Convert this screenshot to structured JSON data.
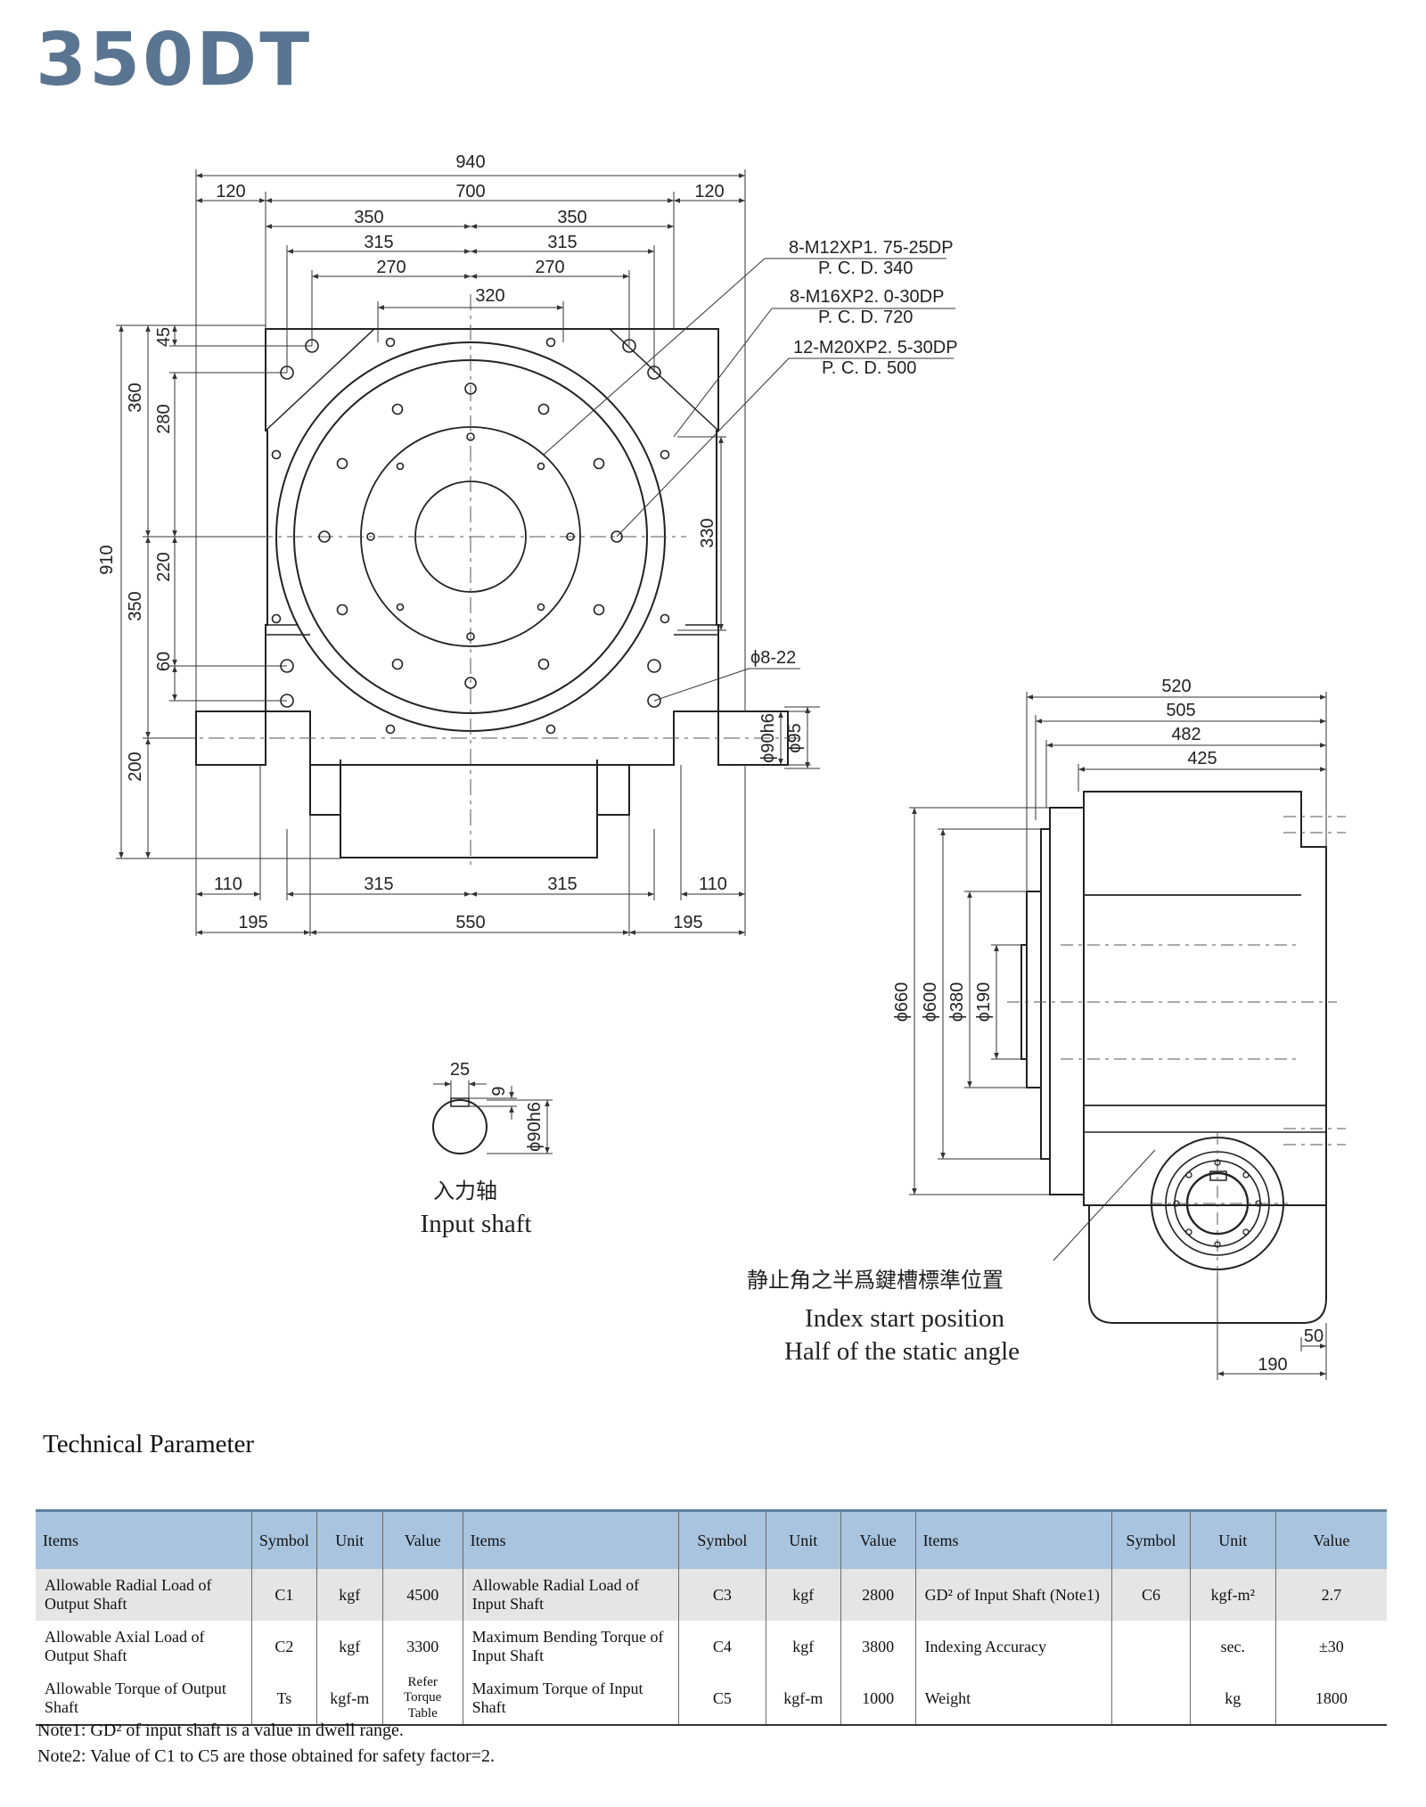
{
  "title": "350DT",
  "front_view": {
    "dims_top": [
      "940",
      "120",
      "700",
      "120",
      "350",
      "350",
      "315",
      "315",
      "270",
      "270",
      "320"
    ],
    "dims_left": [
      "910",
      "360",
      "350",
      "200",
      "45",
      "280",
      "220",
      "60"
    ],
    "dims_right": [
      "330",
      "ϕ90h6",
      "ϕ95"
    ],
    "dims_bottom": [
      "110",
      "315",
      "315",
      "110",
      "195",
      "550",
      "195"
    ],
    "callouts": [
      {
        "line1": "8-M12XP1. 75-25DP",
        "line2": "P. C. D. 340"
      },
      {
        "line1": "8-M16XP2. 0-30DP",
        "line2": "P. C. D. 720"
      },
      {
        "line1": "12-M20XP2. 5-30DP",
        "line2": "P. C. D. 500"
      }
    ],
    "hole_note": "ϕ8-22"
  },
  "side_view": {
    "dims_top": [
      "520",
      "505",
      "482",
      "425"
    ],
    "dims_left": [
      "ϕ660",
      "ϕ600",
      "ϕ380",
      "ϕ190"
    ],
    "dims_bottom": [
      "50",
      "190"
    ],
    "label_cn": "静止角之半爲鍵槽標準位置",
    "label_en1": "Index start position",
    "label_en2": "Half of the static angle"
  },
  "input_shaft": {
    "dim_width": "25",
    "dim_depth": "9",
    "dim_dia": "ϕ90h6",
    "label_cn": "入力轴",
    "label_en": "Input shaft"
  },
  "technical": {
    "title": "Technical Parameter",
    "headers": [
      "Items",
      "Symbol",
      "Unit",
      "Value",
      "Items",
      "Symbol",
      "Unit",
      "Value",
      "Items",
      "Symbol",
      "Unit",
      "Value"
    ],
    "rows": [
      {
        "item1": "Allowable Radial Load  of Output Shaft",
        "sym1": "C1",
        "unit1": "kgf",
        "val1": "4500",
        "item2": "Allowable Radial Load of Input Shaft",
        "sym2": "C3",
        "unit2": "kgf",
        "val2": "2800",
        "item3": "GD² of Input Shaft (Note1)",
        "sym3": "C6",
        "unit3": "kgf-m²",
        "val3": "2.7"
      },
      {
        "item1": "Allowable Axial Load of Output Shaft",
        "sym1": "C2",
        "unit1": "kgf",
        "val1": "3300",
        "item2": "Maximum Bending Torque of Input Shaft",
        "sym2": "C4",
        "unit2": "kgf",
        "val2": "3800",
        "item3": "Indexing Accuracy",
        "sym3": "",
        "unit3": "sec.",
        "val3": "±30"
      },
      {
        "item1": "Allowable Torque of Output Shaft",
        "sym1": "Ts",
        "unit1": "kgf-m",
        "val1": "Refer Torque Table",
        "item2": "Maximum Torque of Input Shaft",
        "sym2": "C5",
        "unit2": "kgf-m",
        "val2": "1000",
        "item3": "Weight",
        "sym3": "",
        "unit3": "kg",
        "val3": "1800"
      }
    ]
  },
  "notes": [
    "Note1: GD² of input shaft is a value in dwell range.",
    "Note2: Value of  C1 to C5 are those obtained for safety factor=2."
  ]
}
